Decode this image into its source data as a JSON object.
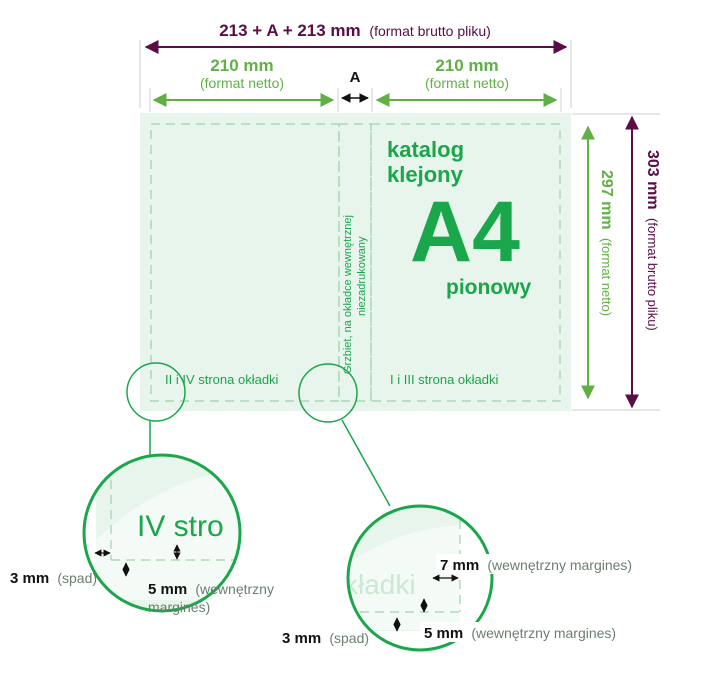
{
  "colors": {
    "green": "#1aa64a",
    "light_green": "#61b046",
    "purple": "#5a0d46",
    "page_fill": "#e8f5ec",
    "dash": "#9fd3ad",
    "black": "#111111",
    "gray_text": "#6b7f70"
  },
  "top_dimension": {
    "value": "213 + A + 213 mm",
    "note": "(format brutto pliku)"
  },
  "left_page_dim": {
    "value": "210 mm",
    "note": "(format netto)"
  },
  "spine_dim": {
    "value": "A"
  },
  "right_page_dim": {
    "value": "210 mm",
    "note": "(format netto)"
  },
  "right_height_netto": {
    "value": "297 mm",
    "note": "(format netto)"
  },
  "right_height_brutto": {
    "value": "303 mm",
    "note": "(format brutto pliku)"
  },
  "title": {
    "line1": "katalog",
    "line2": "klejony",
    "big": "A4",
    "orientation": "pionowy"
  },
  "spine_label": {
    "line1": "Grzbiet, na okładce wewnętrznej",
    "line2": "niezadrukowany"
  },
  "left_page_label": "II i IV strona okładki",
  "right_page_label": "I i III strona okładki",
  "zoom_left": {
    "text": "IV stro",
    "bleed_value": "3 mm",
    "bleed_note": "(spad)",
    "margin_value": "5 mm",
    "margin_note_line1": "(wewnętrzny",
    "margin_note_line2": "margines)"
  },
  "zoom_right": {
    "text": "kładki",
    "inner_margin_value": "7 mm",
    "inner_margin_note": "(wewnętrzny margines)",
    "bleed_value": "3 mm",
    "bleed_note": "(spad)",
    "margin_value": "5 mm",
    "margin_note": "(wewnętrzny margines)"
  }
}
